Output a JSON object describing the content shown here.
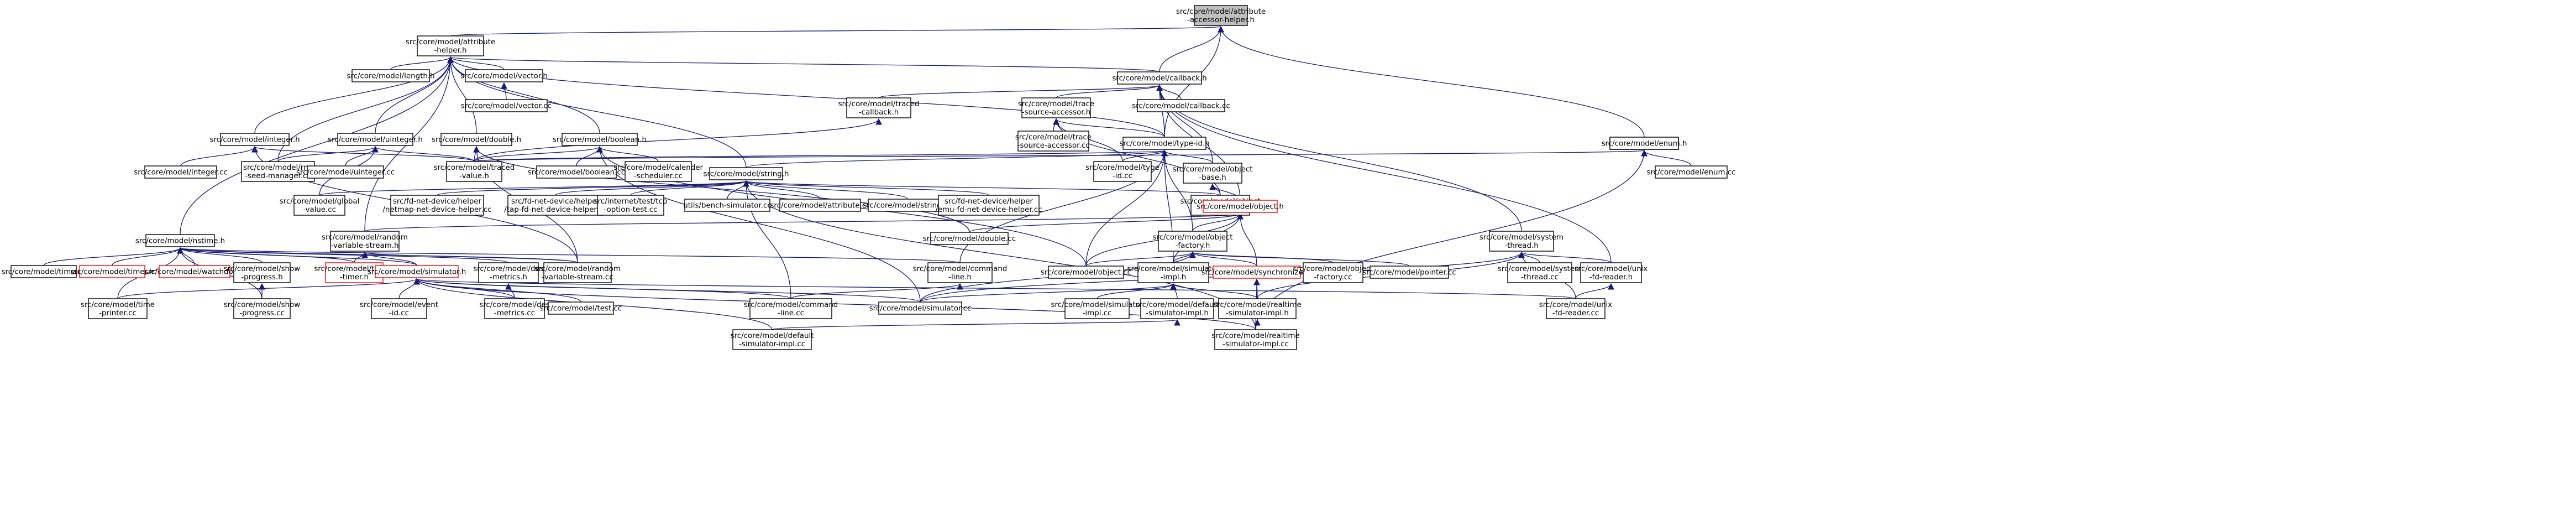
{
  "colors": {
    "edge": "#191970",
    "root_fill": "#bfbfbf",
    "red_border": "#ff0000"
  },
  "nodes": [
    {
      "id": "root",
      "lines": [
        "src/core/model/attribute",
        "-accessor-helper.h"
      ]
    },
    {
      "id": "ah",
      "lines": [
        "src/core/model/attribute",
        "-helper.h"
      ]
    },
    {
      "id": "cb",
      "lines": [
        "src/core/model/callback.h"
      ]
    },
    {
      "id": "en",
      "lines": [
        "src/core/model/enum.h"
      ]
    },
    {
      "id": "tid",
      "lines": [
        "src/core/model/type-id.h"
      ]
    },
    {
      "id": "len",
      "lines": [
        "src/core/model/length.h"
      ]
    },
    {
      "id": "vech",
      "lines": [
        "src/core/model/vector.h"
      ]
    },
    {
      "id": "veccc",
      "lines": [
        "src/core/model/vector.cc"
      ]
    },
    {
      "id": "tcb",
      "lines": [
        "src/core/model/traced",
        "-callback.h"
      ]
    },
    {
      "id": "tsa",
      "lines": [
        "src/core/model/trace",
        "-source-accessor.h"
      ]
    },
    {
      "id": "cbcc",
      "lines": [
        "src/core/model/callback.cc"
      ]
    },
    {
      "id": "tsacc",
      "lines": [
        "src/core/model/trace",
        "-source-accessor.cc"
      ]
    },
    {
      "id": "ih",
      "lines": [
        "src/core/model/integer.h"
      ]
    },
    {
      "id": "uih",
      "lines": [
        "src/core/model/uinteger.h"
      ]
    },
    {
      "id": "dh",
      "lines": [
        "src/core/model/double.h"
      ]
    },
    {
      "id": "bh",
      "lines": [
        "src/core/model/boolean.h"
      ]
    },
    {
      "id": "icc",
      "lines": [
        "src/core/model/integer.cc"
      ]
    },
    {
      "id": "rng",
      "lines": [
        "src/core/model/rng",
        "-seed-manager.cc"
      ]
    },
    {
      "id": "uicc",
      "lines": [
        "src/core/model/uinteger.cc"
      ]
    },
    {
      "id": "tv",
      "lines": [
        "src/core/model/traced",
        "-value.h"
      ]
    },
    {
      "id": "bcc",
      "lines": [
        "src/core/model/boolean.cc"
      ]
    },
    {
      "id": "cal",
      "lines": [
        "src/core/model/calender",
        "-scheduler.cc"
      ]
    },
    {
      "id": "tidcc",
      "lines": [
        "src/core/model/type",
        "-id.cc"
      ]
    },
    {
      "id": "obh",
      "lines": [
        "src/core/model/object",
        "-base.h"
      ]
    },
    {
      "id": "enh",
      "lines": [
        "src/core/model/enum.h"
      ]
    },
    {
      "id": "encc",
      "lines": [
        "src/core/model/enum.cc"
      ]
    },
    {
      "id": "sh",
      "lines": [
        "src/core/model/string.h"
      ]
    },
    {
      "id": "gv",
      "lines": [
        "src/core/model/global",
        "-value.cc"
      ]
    },
    {
      "id": "nm",
      "lines": [
        "src/fd-net-device/helper",
        "/netmap-net-device-helper.cc"
      ]
    },
    {
      "id": "tap",
      "lines": [
        "src/fd-net-device/helper",
        "/tap-fd-net-device-helper.cc"
      ]
    },
    {
      "id": "tcp",
      "lines": [
        "src/internet/test/tcp",
        "-option-test.cc"
      ]
    },
    {
      "id": "bench",
      "lines": [
        "utils/bench-simulator.cc"
      ]
    },
    {
      "id": "atcc",
      "lines": [
        "src/core/model/attribute.cc"
      ]
    },
    {
      "id": "stcc",
      "lines": [
        "src/core/model/string.cc"
      ]
    },
    {
      "id": "emu",
      "lines": [
        "src/fd-net-device/helper",
        "/emu-fd-net-device-helper.cc"
      ]
    },
    {
      "id": "obcc",
      "lines": [
        "src/core/model/object",
        "-base.cc"
      ]
    },
    {
      "id": "objh",
      "lines": [
        "src/core/model/object.h"
      ]
    },
    {
      "id": "nt",
      "lines": [
        "src/core/model/nstime.h"
      ]
    },
    {
      "id": "rvs",
      "lines": [
        "src/core/model/random",
        "-variable-stream.h"
      ]
    },
    {
      "id": "dcc",
      "lines": [
        "src/core/model/double.cc"
      ]
    },
    {
      "id": "ofh",
      "lines": [
        "src/core/model/object",
        "-factory.h"
      ]
    },
    {
      "id": "sth",
      "lines": [
        "src/core/model/system",
        "-thread.h"
      ]
    },
    {
      "id": "tmcc",
      "lines": [
        "src/core/model/time.cc"
      ]
    },
    {
      "id": "tmh",
      "lines": [
        "src/core/model/timer.h"
      ]
    },
    {
      "id": "wd",
      "lines": [
        "src/core/model/watchdog.h"
      ]
    },
    {
      "id": "sp",
      "lines": [
        "src/core/model/show",
        "-progress.h"
      ]
    },
    {
      "id": "tt",
      "lines": [
        "src/core/model/trickle",
        "-timer.h"
      ]
    },
    {
      "id": "simh",
      "lines": [
        "src/core/model/simulator.h"
      ]
    },
    {
      "id": "dm",
      "lines": [
        "src/core/model/des",
        "-metrics.h"
      ]
    },
    {
      "id": "rvscc",
      "lines": [
        "src/core/model/random",
        "-variable-stream.cc"
      ]
    },
    {
      "id": "objcc",
      "lines": [
        "src/core/model/object.cc"
      ]
    },
    {
      "id": "cl",
      "lines": [
        "src/core/model/command",
        "-line.h"
      ]
    },
    {
      "id": "simimpl",
      "lines": [
        "src/core/model/simulator",
        "-impl.h"
      ]
    },
    {
      "id": "sync",
      "lines": [
        "src/core/model/synchronizer.h"
      ]
    },
    {
      "id": "ofcc",
      "lines": [
        "src/core/model/object",
        "-factory.cc"
      ]
    },
    {
      "id": "ptr",
      "lines": [
        "src/core/model/pointer.cc"
      ]
    },
    {
      "id": "stcc2",
      "lines": [
        "src/core/model/system",
        "-thread.cc"
      ]
    },
    {
      "id": "ufr",
      "lines": [
        "src/core/model/unix",
        "-fd-reader.h"
      ]
    },
    {
      "id": "tp",
      "lines": [
        "src/core/model/time",
        "-printer.cc"
      ]
    },
    {
      "id": "spcc",
      "lines": [
        "src/core/model/show",
        "-progress.cc"
      ]
    },
    {
      "id": "ev",
      "lines": [
        "src/core/model/event",
        "-id.cc"
      ]
    },
    {
      "id": "dmcc",
      "lines": [
        "src/core/model/des",
        "-metrics.cc"
      ]
    },
    {
      "id": "test",
      "lines": [
        "src/core/model/test.cc"
      ]
    },
    {
      "id": "clcc",
      "lines": [
        "src/core/model/command",
        "-line.cc"
      ]
    },
    {
      "id": "simcc",
      "lines": [
        "src/core/model/simulator.cc"
      ]
    },
    {
      "id": "simimplcc",
      "lines": [
        "src/core/model/simulator",
        "-impl.cc"
      ]
    },
    {
      "id": "defh",
      "lines": [
        "src/core/model/default",
        "-simulator-impl.h"
      ]
    },
    {
      "id": "rth",
      "lines": [
        "src/core/model/realtime",
        "-simulator-impl.h"
      ]
    },
    {
      "id": "ufrcc",
      "lines": [
        "src/core/model/unix",
        "-fd-reader.cc"
      ]
    },
    {
      "id": "defcc",
      "lines": [
        "src/core/model/default",
        "-simulator-impl.cc"
      ]
    },
    {
      "id": "rtcc",
      "lines": [
        "src/core/model/realtime",
        "-simulator-impl.cc"
      ]
    }
  ],
  "edges": [
    [
      "ah",
      "root"
    ],
    [
      "cb",
      "root"
    ],
    [
      "en",
      "root"
    ],
    [
      "tid",
      "root"
    ],
    [
      "len",
      "ah"
    ],
    [
      "vech",
      "ah"
    ],
    [
      "cb",
      "ah"
    ],
    [
      "tid",
      "ah"
    ],
    [
      "ih",
      "ah"
    ],
    [
      "uih",
      "ah"
    ],
    [
      "dh",
      "ah"
    ],
    [
      "bh",
      "ah"
    ],
    [
      "sh",
      "ah"
    ],
    [
      "nt",
      "ah"
    ],
    [
      "rng",
      "ah"
    ],
    [
      "rvs",
      "ah"
    ],
    [
      "veccc",
      "vech"
    ],
    [
      "tcb",
      "cb"
    ],
    [
      "tsa",
      "cb"
    ],
    [
      "cbcc",
      "cb"
    ],
    [
      "tid",
      "cb"
    ],
    [
      "obh",
      "cb"
    ],
    [
      "sth",
      "cb"
    ],
    [
      "ufr",
      "cb"
    ],
    [
      "objh",
      "cb"
    ],
    [
      "tsacc",
      "tsa"
    ],
    [
      "tid",
      "tsa"
    ],
    [
      "tidcc",
      "tsa"
    ],
    [
      "obcc",
      "tsa"
    ],
    [
      "tv",
      "tcb"
    ],
    [
      "tv",
      "tid"
    ],
    [
      "tidcc",
      "tid"
    ],
    [
      "obh",
      "tid"
    ],
    [
      "sh",
      "tid"
    ],
    [
      "simimpl",
      "tid"
    ],
    [
      "cl",
      "tid"
    ],
    [
      "ofh",
      "tid"
    ],
    [
      "objcc",
      "tid"
    ],
    [
      "encc",
      "en"
    ],
    [
      "tv",
      "en"
    ],
    [
      "rtcc",
      "en"
    ],
    [
      "icc",
      "ih"
    ],
    [
      "tv",
      "ih"
    ],
    [
      "rvscc",
      "ih"
    ],
    [
      "rng",
      "uih"
    ],
    [
      "uicc",
      "uih"
    ],
    [
      "tv",
      "uih"
    ],
    [
      "gv",
      "uih"
    ],
    [
      "tv",
      "dh"
    ],
    [
      "rvscc",
      "dh"
    ],
    [
      "dcc",
      "dh"
    ],
    [
      "tv",
      "bh"
    ],
    [
      "bcc",
      "bh"
    ],
    [
      "cal",
      "bh"
    ],
    [
      "simcc",
      "bh"
    ],
    [
      "objcc",
      "bh"
    ],
    [
      "gv",
      "sh"
    ],
    [
      "nm",
      "sh"
    ],
    [
      "tap",
      "sh"
    ],
    [
      "tcp",
      "sh"
    ],
    [
      "bench",
      "sh"
    ],
    [
      "atcc",
      "sh"
    ],
    [
      "stcc",
      "sh"
    ],
    [
      "emu",
      "sh"
    ],
    [
      "obcc",
      "sh"
    ],
    [
      "clcc",
      "sh"
    ],
    [
      "rtcc",
      "sh"
    ],
    [
      "obcc",
      "obh"
    ],
    [
      "objh",
      "obh"
    ],
    [
      "ofh",
      "objh"
    ],
    [
      "objcc",
      "objh"
    ],
    [
      "simimpl",
      "objh"
    ],
    [
      "sync",
      "objh"
    ],
    [
      "rvs",
      "objh"
    ],
    [
      "dcc",
      "objh"
    ],
    [
      "simimpl",
      "ofh"
    ],
    [
      "objcc",
      "ofh"
    ],
    [
      "ofcc",
      "ofh"
    ],
    [
      "ptr",
      "ofh"
    ],
    [
      "sync",
      "ofh"
    ],
    [
      "simcc",
      "ofh"
    ],
    [
      "tmcc",
      "nt"
    ],
    [
      "tmh",
      "nt"
    ],
    [
      "wd",
      "nt"
    ],
    [
      "sp",
      "nt"
    ],
    [
      "tt",
      "nt"
    ],
    [
      "simh",
      "nt"
    ],
    [
      "dm",
      "nt"
    ],
    [
      "rvscc",
      "nt"
    ],
    [
      "cl",
      "nt"
    ],
    [
      "tp",
      "nt"
    ],
    [
      "spcc",
      "nt"
    ],
    [
      "simh",
      "rvs"
    ],
    [
      "rvscc",
      "rvs"
    ],
    [
      "tt",
      "rvs"
    ],
    [
      "spcc",
      "sp"
    ],
    [
      "ev",
      "simh"
    ],
    [
      "dmcc",
      "simh"
    ],
    [
      "test",
      "simh"
    ],
    [
      "clcc",
      "simh"
    ],
    [
      "simcc",
      "simh"
    ],
    [
      "tp",
      "simh"
    ],
    [
      "defcc",
      "simh"
    ],
    [
      "rtcc",
      "simh"
    ],
    [
      "ufrcc",
      "simh"
    ],
    [
      "dmcc",
      "dm"
    ],
    [
      "clcc",
      "cl"
    ],
    [
      "simimplcc",
      "simimpl"
    ],
    [
      "defh",
      "simimpl"
    ],
    [
      "rth",
      "simimpl"
    ],
    [
      "simcc",
      "simimpl"
    ],
    [
      "rth",
      "sync"
    ],
    [
      "rtcc",
      "sync"
    ],
    [
      "stcc2",
      "sth"
    ],
    [
      "ufr",
      "sth"
    ],
    [
      "ufrcc",
      "sth"
    ],
    [
      "rth",
      "sth"
    ],
    [
      "simcc",
      "sth"
    ],
    [
      "ufrcc",
      "ufr"
    ],
    [
      "defcc",
      "defh"
    ],
    [
      "rtcc",
      "rth"
    ]
  ]
}
